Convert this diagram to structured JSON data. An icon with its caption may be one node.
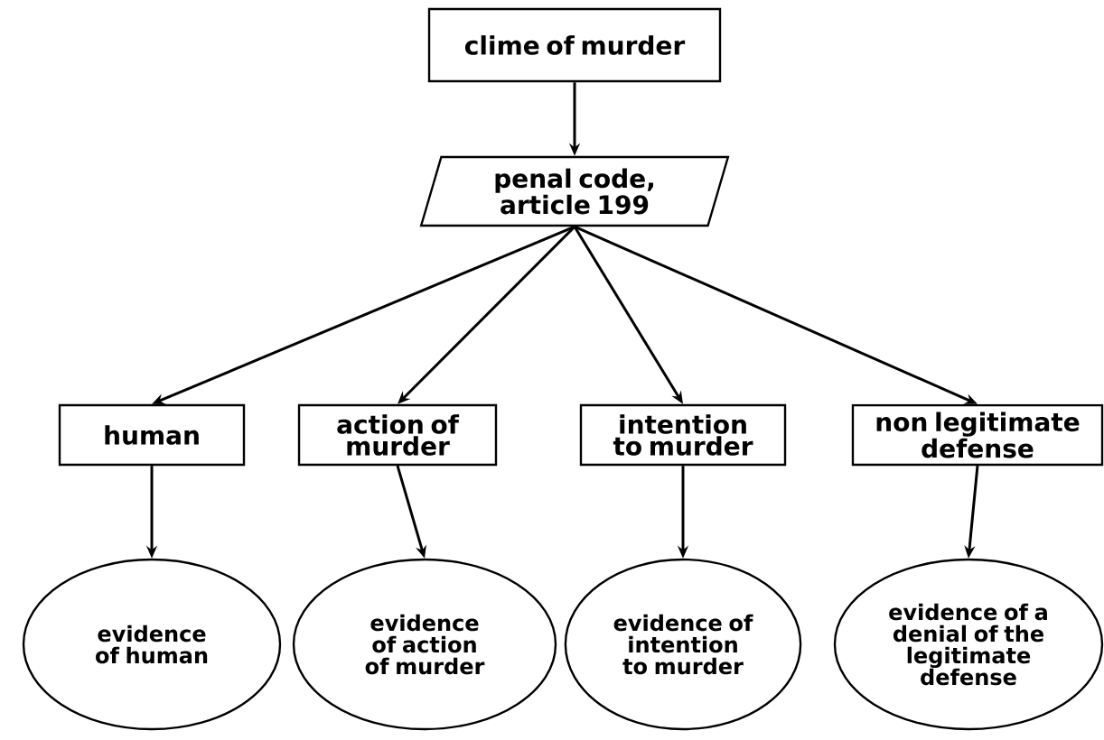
{
  "diagram": {
    "nodes": [
      {
        "text": [
          "clime of murder"
        ]
      },
      {
        "text": [
          "penal code, article 199"
        ]
      },
      {
        "text": [
          "human"
        ]
      },
      {
        "text": [
          "action of murder"
        ]
      },
      {
        "text": [
          "intention to murder"
        ]
      },
      {
        "text": [
          "non legitimate defense"
        ]
      },
      {
        "text": [
          "evidence of human"
        ]
      },
      {
        "text": [
          "evidence of action of murder"
        ]
      },
      {
        "text": [
          "evidence of intention to murder"
        ]
      },
      {
        "text": [
          "evidence of a denial of the legitimate defense"
        ]
      }
    ],
    "edges": [
      {
        "from": 0,
        "to": 1,
        "arrow": "to"
      },
      {
        "from": 1,
        "to": 2,
        "arrow": "to"
      },
      {
        "from": 1,
        "to": 3,
        "arrow": "to"
      },
      {
        "from": 1,
        "to": 4,
        "arrow": "to"
      },
      {
        "from": 1,
        "to": 5,
        "arrow": "to"
      },
      {
        "from": 2,
        "to": 6,
        "arrow": "to"
      },
      {
        "from": 3,
        "to": 7,
        "arrow": "to"
      },
      {
        "from": 4,
        "to": 8,
        "arrow": "to"
      },
      {
        "from": 5,
        "to": 9,
        "arrow": "to"
      }
    ]
  }
}
